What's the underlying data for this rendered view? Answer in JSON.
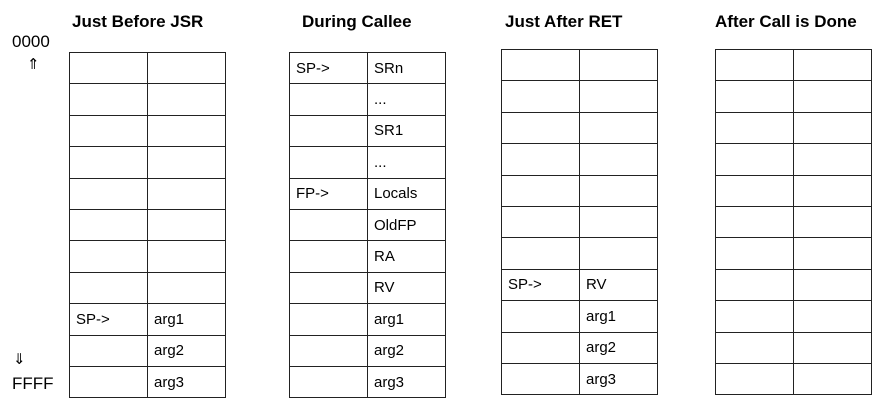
{
  "labels": {
    "addr_top": "0000",
    "arrow_up": "⇑",
    "arrow_down": "⇓",
    "addr_bottom": "FFFF"
  },
  "stacks": [
    {
      "title": "Just Before JSR",
      "rows": [
        [
          "",
          ""
        ],
        [
          "",
          ""
        ],
        [
          "",
          ""
        ],
        [
          "",
          ""
        ],
        [
          "",
          ""
        ],
        [
          "",
          ""
        ],
        [
          "",
          ""
        ],
        [
          "",
          ""
        ],
        [
          "SP->",
          "arg1"
        ],
        [
          "",
          "arg2"
        ],
        [
          "",
          "arg3"
        ]
      ]
    },
    {
      "title": "During Callee",
      "rows": [
        [
          "SP->",
          "SRn"
        ],
        [
          "",
          "..."
        ],
        [
          "",
          "SR1"
        ],
        [
          "",
          "..."
        ],
        [
          "FP->",
          "Locals"
        ],
        [
          "",
          "OldFP"
        ],
        [
          "",
          "RA"
        ],
        [
          "",
          "RV"
        ],
        [
          "",
          "arg1"
        ],
        [
          "",
          "arg2"
        ],
        [
          "",
          "arg3"
        ]
      ]
    },
    {
      "title": "Just After RET",
      "rows": [
        [
          "",
          ""
        ],
        [
          "",
          ""
        ],
        [
          "",
          ""
        ],
        [
          "",
          ""
        ],
        [
          "",
          ""
        ],
        [
          "",
          ""
        ],
        [
          "",
          ""
        ],
        [
          "SP->",
          "RV"
        ],
        [
          "",
          "arg1"
        ],
        [
          "",
          "arg2"
        ],
        [
          "",
          "arg3"
        ]
      ]
    },
    {
      "title": "After Call is Done",
      "rows": [
        [
          "",
          ""
        ],
        [
          "",
          ""
        ],
        [
          "",
          ""
        ],
        [
          "",
          ""
        ],
        [
          "",
          ""
        ],
        [
          "",
          ""
        ],
        [
          "",
          ""
        ],
        [
          "",
          ""
        ],
        [
          "",
          ""
        ],
        [
          "",
          ""
        ],
        [
          "",
          ""
        ]
      ]
    }
  ]
}
